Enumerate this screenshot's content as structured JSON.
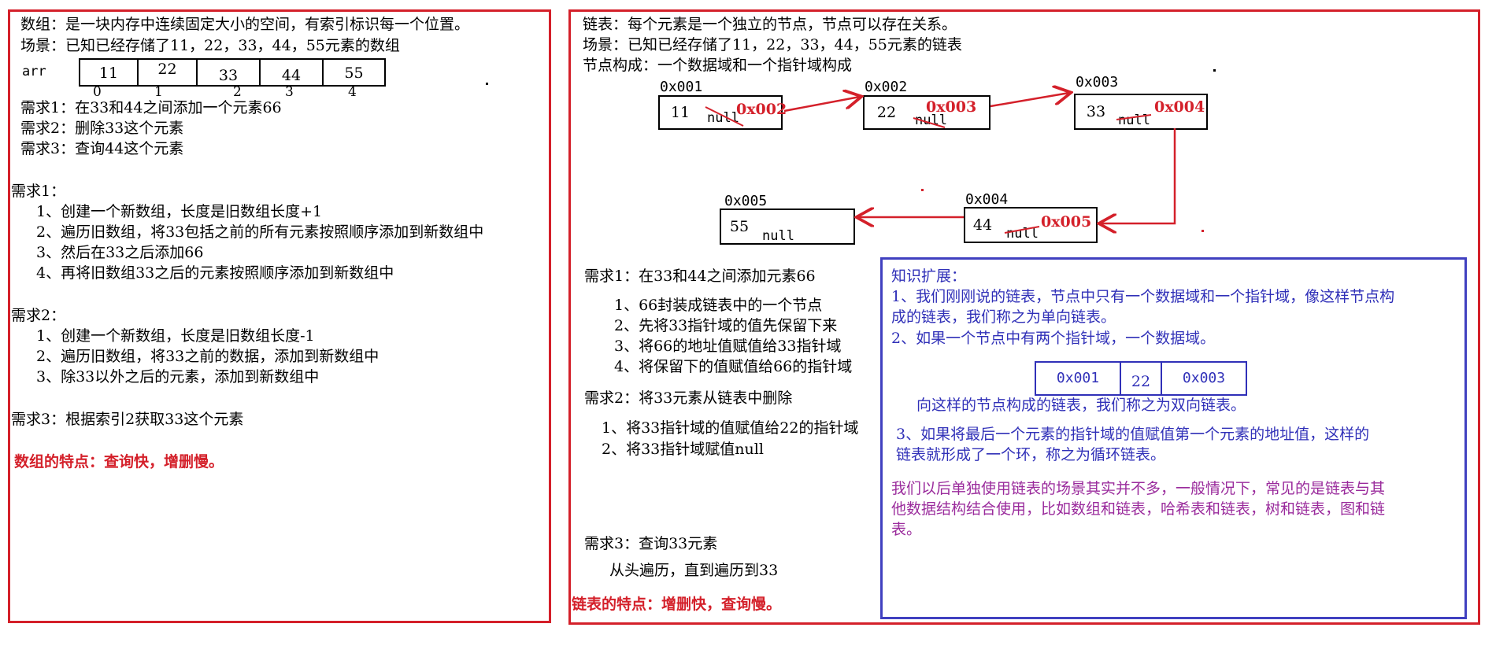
{
  "left": {
    "line1": "数组：是一块内存中连续固定大小的空间，有索引标识每一个位置。",
    "line2": "场景：已知已经存储了11，22，33，44，55元素的数组",
    "arr_label": "arr",
    "values": [
      "11",
      "22",
      "33",
      "44",
      "55"
    ],
    "indexes": [
      "0",
      "1",
      "2",
      "3",
      "4"
    ],
    "req1": "需求1：在33和44之间添加一个元素66",
    "req2": "需求2：删除33这个元素",
    "req3": "需求3：查询44这个元素",
    "s1_title": "需求1：",
    "s1_steps": [
      "1、创建一个新数组，长度是旧数组长度+1",
      "2、遍历旧数组，将33包括之前的所有元素按照顺序添加到新数组中",
      "3、然后在33之后添加66",
      "4、再将旧数组33之后的元素按照顺序添加到新数组中"
    ],
    "s2_title": "需求2：",
    "s2_steps": [
      "1、创建一个新数组，长度是旧数组长度-1",
      "2、遍历旧数组，将33之前的数据，添加到新数组中",
      "3、除33以外之后的元素，添加到新数组中"
    ],
    "s3_line": "需求3：根据索引2获取33这个元素",
    "feature": "数组的特点：查询快，增删慢。"
  },
  "right": {
    "line1": "链表：每个元素是一个独立的节点，节点可以存在关系。",
    "line2": "场景：已知已经存储了11，22，33，44，55元素的链表",
    "line3": "节点构成：一个数据域和一个指针域构成",
    "nodes": [
      {
        "addr": "0x001",
        "value": "11",
        "next": "0x002",
        "null": "null"
      },
      {
        "addr": "0x002",
        "value": "22",
        "next": "0x003",
        "null": "null"
      },
      {
        "addr": "0x003",
        "value": "33",
        "next": "0x004",
        "null": "null"
      },
      {
        "addr": "0x004",
        "value": "44",
        "next": "0x005",
        "null": "null"
      },
      {
        "addr": "0x005",
        "value": "55",
        "next": "",
        "null": "null"
      }
    ],
    "r1_title": "需求1：在33和44之间添加元素66",
    "r1_steps": [
      "1、66封装成链表中的一个节点",
      "2、先将33指针域的值先保留下来",
      "3、将66的地址值赋值给33指针域",
      "4、将保留下的值赋值给66的指针域"
    ],
    "r2_title": "需求2：将33元素从链表中删除",
    "r2_steps": [
      "1、将33指针域的值赋值给22的指针域",
      "2、将33指针域赋值null"
    ],
    "r3_title": "需求3：查询33元素",
    "r3_step": "从头遍历，直到遍历到33",
    "feature": "链表的特点：增删快，查询慢。"
  },
  "ext": {
    "title": "知识扩展：",
    "p1a": "1、我们刚刚说的链表，节点中只有一个数据域和一个指针域，像这样节点构",
    "p1b": "成的链表，我们称之为单向链表。",
    "p2": "2、如果一个节点中有两个指针域，一个数据域。",
    "dnode": [
      "0x001",
      "22",
      "0x003"
    ],
    "p2b": "向这样的节点构成的链表，我们称之为双向链表。",
    "p3a": "3、如果将最后一个元素的指针域的值赋值第一个元素的地址值，这样的",
    "p3b": "链表就形成了一个环，称之为循环链表。",
    "p4a": "我们以后单独使用链表的场景其实并不多，一般情况下，常见的是链表与其",
    "p4b": "他数据结构结合使用，比如数组和链表，哈希表和链表，树和链表，图和链",
    "p4c": "表。"
  },
  "colors": {
    "red": "#d4202a",
    "blue": "#3030b8",
    "purple": "#9a2b9c"
  }
}
